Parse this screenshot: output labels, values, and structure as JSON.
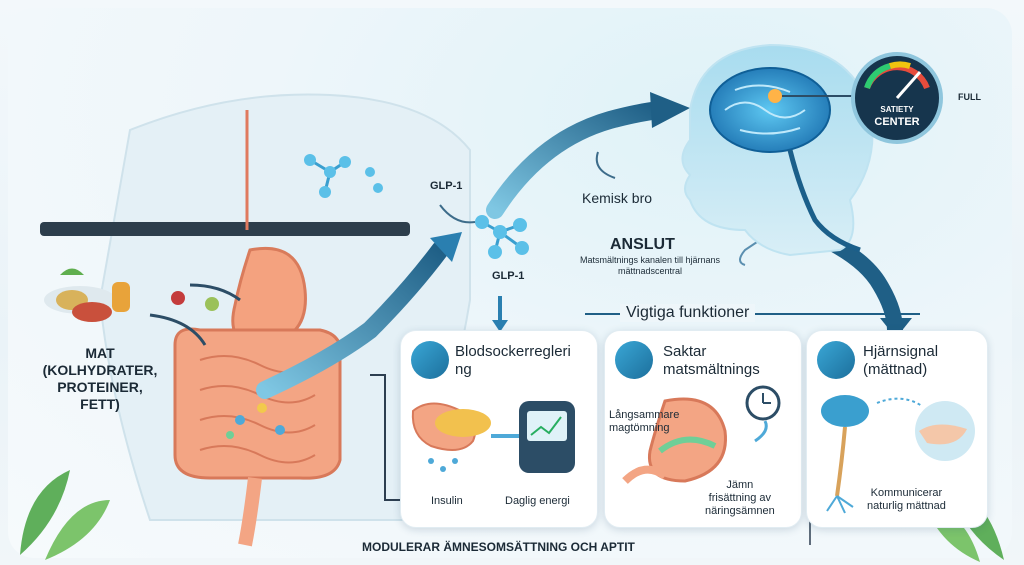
{
  "body_labels": {
    "food": [
      "MAT",
      "(KOLHYDRATER,",
      "PROTEINER,",
      "FETT)"
    ],
    "glp1_top": "GLP-1",
    "glp1_mid": "GLP-1",
    "chemical_bridge": "Kemisk bro",
    "connect_title": "ANSLUT",
    "connect_sub": [
      "Matsmältnings kanalen till hjärnans",
      "mättnadscentral"
    ],
    "gauge_line1": "SATIETY",
    "gauge_line2": "CENTER",
    "gauge_full": "FULL"
  },
  "functions": {
    "heading": "Vigtiga funktioner",
    "cards": [
      {
        "title": [
          "Blodsockerregleri",
          "ng"
        ],
        "captions": [
          "Insulin",
          "Daglig energi"
        ]
      },
      {
        "title": [
          "Saktar",
          "matsmältnings"
        ],
        "captions": [
          "Långsammare",
          "magtömning",
          "Jämn",
          "frisättning  av",
          "näringsämnen"
        ]
      },
      {
        "title": [
          "Hjärnsignal",
          "(mättnad)"
        ],
        "captions": [
          "Kommunicerar",
          "naturlig mättnad"
        ]
      }
    ]
  },
  "footer": "MODULERAR ÄMNESOMSÄTTNING OCH APTIT",
  "colors": {
    "accent": "#1c6f9c",
    "arrow": "#2a7fb0",
    "organ": "#f08a6a",
    "brain": "#1e88c9"
  }
}
